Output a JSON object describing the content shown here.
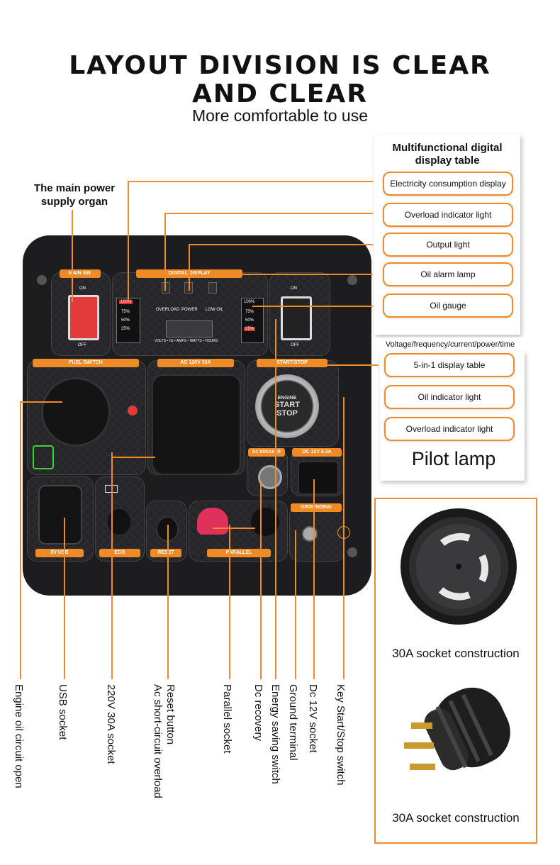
{
  "header": {
    "title_line1": "LAYOUT DIVISION IS CLEAR",
    "title_line2": "AND CLEAR",
    "subtitle": "More comfortable to use"
  },
  "left_callout": {
    "line1": "The main power",
    "line2": "supply organ"
  },
  "display_card": {
    "title_line1": "Multifunctional digital",
    "title_line2": "display table",
    "items": [
      "Electricity consumption display",
      "Overload indicator light",
      "Output light",
      "Oil alarm lamp",
      "Oil gauge"
    ]
  },
  "pilot_card": {
    "caption": "Voltage/frequency/current/power/time",
    "items": [
      "5-in-1 display table",
      "Oil indicator light",
      "Overload indicator light"
    ],
    "title": "Pilot lamp"
  },
  "socket_card": {
    "caption1": "30A socket construction",
    "caption2": "30A socket construction"
  },
  "bottom_labels": [
    "Engine oil circuit open",
    "USB socket",
    "220V 30A socket",
    "Reset button",
    "Ac short-circuit overload",
    "Parallel socket",
    "Dc recovery",
    "Energy saving switch",
    "Ground terminal",
    "Dc 12V socket",
    "Key Start/Stop switch"
  ],
  "panel": {
    "main_sw": "MAIN SW.",
    "digital_display": "DIGITAL DISPLAY",
    "fuel_switch": "FUEL SWITCH",
    "ac": "AC 120V 30A",
    "start_stop": "START/STOP",
    "dc_breaker": "DC BREAKER",
    "dc_12v": "DC 12V 8.3A",
    "grounding": "GROUNDING",
    "usb": "5V USB",
    "parallel": "PARALLEL",
    "reset": "RESET",
    "eco": "ECO",
    "on": "ON",
    "off": "OFF",
    "overload": "OVERLOAD",
    "power": "POWER",
    "low_oil": "LOW OIL",
    "meter_legend": "VOLTS • Hz • AMPS • WATTS • HOURS",
    "levels": [
      "100%",
      "75%",
      "50%",
      "25%"
    ],
    "button_line1": "ENGINE",
    "button_line2": "START",
    "button_line3": "STOP"
  },
  "colors": {
    "accent": "#f08a24",
    "panel": "#1d1d1f",
    "switch_red": "#e33a3a"
  }
}
